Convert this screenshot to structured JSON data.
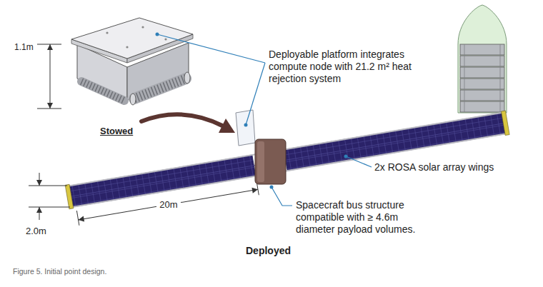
{
  "diagram": {
    "caption": "Figure 5. Initial point design.",
    "labels": [
      "1.1m",
      "Stowed",
      "Deployable platform integrates compute node with 21.2 m² heat rejection system",
      "2x ROSA solar array wings",
      "20m",
      "2.0m",
      "Spacecraft bus structure compatible with ≥ 4.6m diameter payload volumes.",
      "Deployed"
    ]
  }
}
